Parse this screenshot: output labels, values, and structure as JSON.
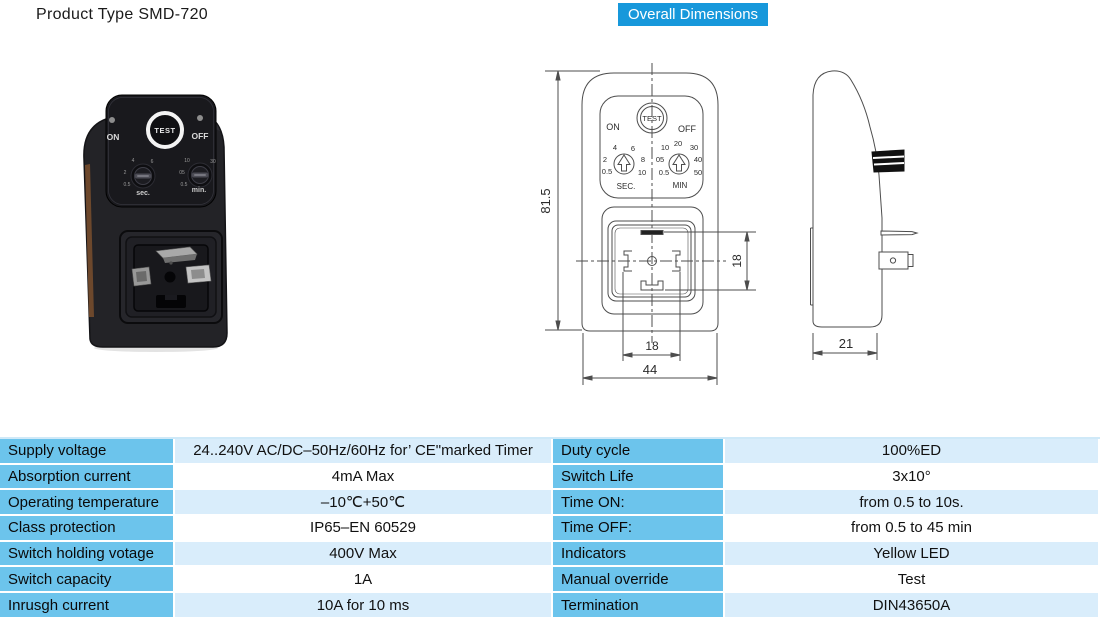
{
  "page": {
    "title": "Product Type SMD-720",
    "badge": "Overall Dimensions"
  },
  "colors": {
    "badge_blue": "#1798DB",
    "table_label_blue": "#6CC4EC",
    "table_alt_row_blue": "#D9EDFB"
  },
  "photo": {
    "test": "TEST",
    "on": "ON",
    "off": "OFF",
    "sec": "sec.",
    "min": "min.",
    "sec_scale": [
      "4",
      "6",
      "2",
      "0.5"
    ],
    "min_scale": [
      "10",
      "30",
      "05",
      "0.5"
    ]
  },
  "drawing": {
    "front": {
      "test": "TEST",
      "on": "ON",
      "off": "OFF",
      "sec_label": "SEC.",
      "min_label": "MIN",
      "sec_scale": [
        "0.5",
        "2",
        "4",
        "6",
        "8",
        "10"
      ],
      "min_scale": [
        "0.5",
        "05",
        "10",
        "20",
        "30",
        "40",
        "50"
      ],
      "dim_height": "81.5",
      "dim_pin_vertical": "18",
      "dim_pin_horizontal": "18",
      "dim_width": "44"
    },
    "side": {
      "dim_depth": "21"
    }
  },
  "spec_table": {
    "left": [
      {
        "label": "Supply voltage",
        "value": "24..240V AC/DC–50Hz/60Hz for’ CE\"marked Timer"
      },
      {
        "label": "Absorption current",
        "value": "4mA Max"
      },
      {
        "label": "Operating temperature",
        "value": "–10℃+50℃"
      },
      {
        "label": "Class protection",
        "value": "IP65–EN 60529"
      },
      {
        "label": "Switch holding votage",
        "value": "400V Max"
      },
      {
        "label": "Switch capacity",
        "value": "1A"
      },
      {
        "label": "Inrusgh current",
        "value": "10A for 10 ms"
      }
    ],
    "right": [
      {
        "label": "Duty cycle",
        "value": "100%ED"
      },
      {
        "label": "Switch Life",
        "value": "3x10°"
      },
      {
        "label": "Time ON:",
        "value": "from 0.5 to 10s."
      },
      {
        "label": "Time OFF:",
        "value": "from 0.5 to 45 min"
      },
      {
        "label": "Indicators",
        "value": "Yellow  LED"
      },
      {
        "label": "Manual override",
        "value": "Test"
      },
      {
        "label": "Termination",
        "value": "DIN43650A"
      }
    ]
  }
}
